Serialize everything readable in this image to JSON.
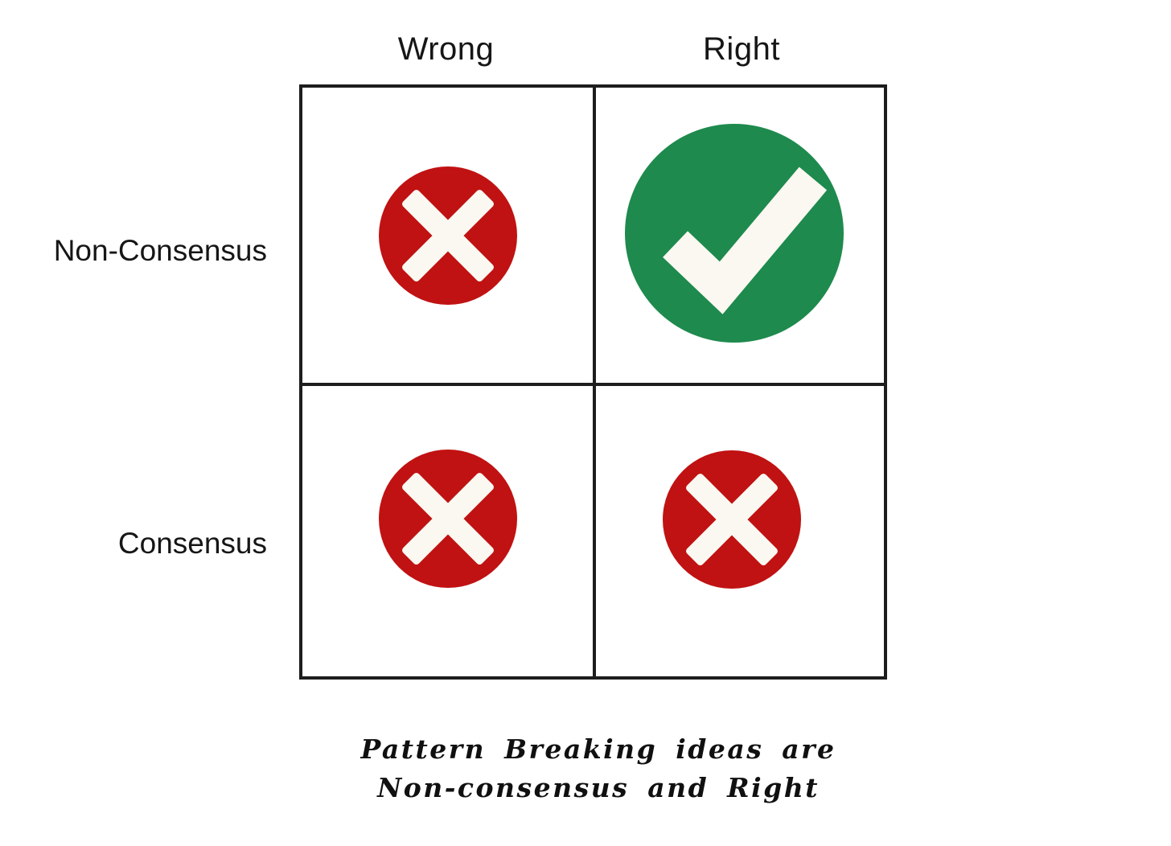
{
  "matrix": {
    "columns": [
      {
        "label": "Wrong"
      },
      {
        "label": "Right"
      }
    ],
    "rows": [
      {
        "label": "Non-Consensus"
      },
      {
        "label": "Consensus"
      }
    ],
    "cells": [
      {
        "row": "Non-Consensus",
        "col": "Wrong",
        "icon": "x-circle"
      },
      {
        "row": "Non-Consensus",
        "col": "Right",
        "icon": "check-circle"
      },
      {
        "row": "Consensus",
        "col": "Wrong",
        "icon": "x-circle"
      },
      {
        "row": "Consensus",
        "col": "Right",
        "icon": "x-circle"
      }
    ]
  },
  "caption": {
    "line1": "Pattern Breaking ideas are",
    "line2": "Non-consensus and Right"
  },
  "colors": {
    "x_red": "#c01212",
    "check_green": "#1e8a4d",
    "icon_white": "#faf8f1",
    "line": "#1d1d1d"
  }
}
